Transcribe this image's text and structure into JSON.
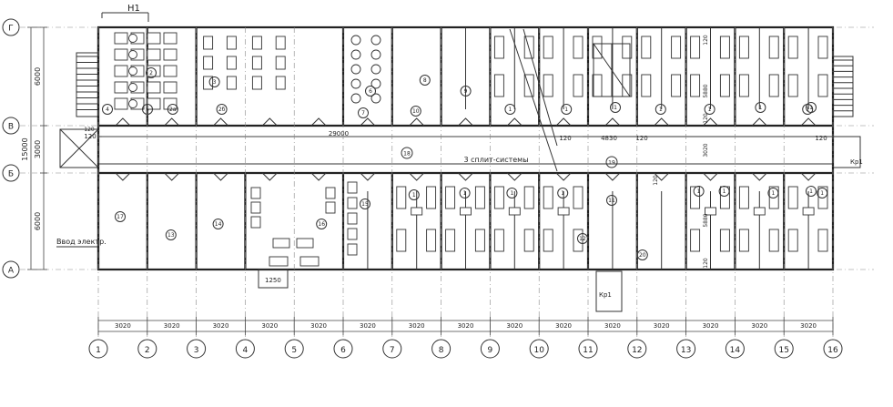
{
  "section_mark": "Н1",
  "row_axes": [
    "Г",
    "В",
    "Б",
    "А"
  ],
  "column_axes": [
    "1",
    "2",
    "3",
    "4",
    "5",
    "6",
    "7",
    "8",
    "9",
    "10",
    "11",
    "12",
    "13",
    "14",
    "15",
    "16"
  ],
  "left_dimensions": {
    "outer": "15000",
    "bay_top": "6000",
    "corridor": "3000",
    "bay_bottom": "6000"
  },
  "bottom_dimensions": [
    "3020",
    "3020",
    "3020",
    "3020",
    "3020",
    "3020",
    "3020",
    "3020",
    "3020",
    "3020",
    "3020",
    "3020",
    "3020",
    "3020",
    "3020"
  ],
  "corridor_labels": {
    "long_dim": "29000",
    "split_system": "3 сплит-системы",
    "stair_dim": "4830",
    "left_end": "120",
    "right_end": "120",
    "stair_left": "120",
    "stair_right": "120",
    "corridor_number": "18",
    "stair_hall_number": "19"
  },
  "room_numbers_top": [
    "4",
    "5",
    "2",
    "2a",
    "2б",
    "3",
    "6",
    "7",
    "8",
    "10",
    "9",
    "1",
    "1",
    "1",
    "1",
    "1",
    "1",
    "1",
    "1"
  ],
  "room_numbers_bottom": [
    "17",
    "13",
    "14",
    "16",
    "15",
    "1",
    "1",
    "1",
    "1",
    "12",
    "11",
    "20",
    "1",
    "1",
    "1",
    "1",
    "1"
  ],
  "annotations": {
    "electric_input": "Ввод электр.",
    "porch_right": "Кр1",
    "porch_bottom": "Кр1",
    "porch_width": "1250",
    "partition_top_1": "5880",
    "partition_top_2": "120",
    "partition_top_3": "120",
    "partition_bot_1": "5880",
    "partition_bot_2": "120",
    "partition_bot_3": "120",
    "corridor_vertical": "3020",
    "corridor_left_120": "120"
  },
  "colors": {
    "line": "#222222",
    "background": "#ffffff"
  }
}
